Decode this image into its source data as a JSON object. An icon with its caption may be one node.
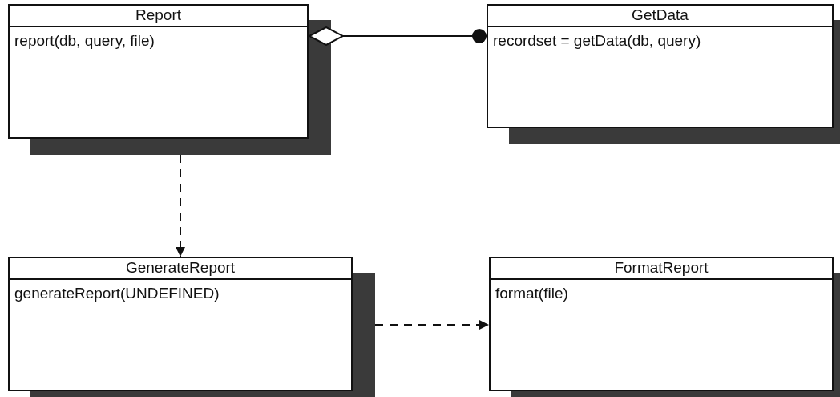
{
  "diagram": {
    "nodes": [
      {
        "text": [
          "Report",
          "report(db, query, file)"
        ]
      },
      {
        "text": [
          "GetData",
          "recordset = getData(db, query)"
        ]
      },
      {
        "text": [
          "GenerateReport",
          "generateReport(UNDEFINED)"
        ]
      },
      {
        "text": [
          "FormatReport",
          "format(file)"
        ]
      }
    ],
    "edges": [
      {
        "from": 0,
        "to": 1,
        "arrow": "other"
      },
      {
        "from": 0,
        "to": 2,
        "arrow": "to",
        "style": "dashed"
      },
      {
        "from": 2,
        "to": 3,
        "arrow": "to",
        "style": "dashed"
      }
    ]
  }
}
